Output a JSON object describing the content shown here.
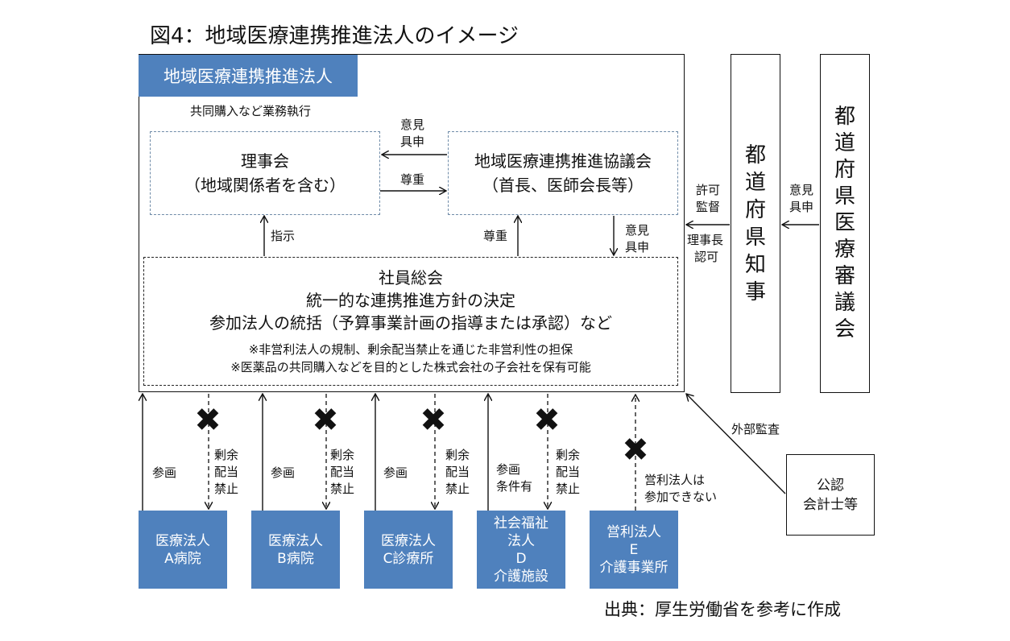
{
  "title": "図4：地域医療連携推進法人のイメージ",
  "corp": {
    "header": "地域医療連携推進法人",
    "note_top": "共同購入など業務執行",
    "board": [
      "理事会",
      "（地域関係者を含む）"
    ],
    "council": [
      "地域医療連携推進協議会",
      "（首長、医師会長等）"
    ],
    "opinion_top": [
      "意見",
      "具申"
    ],
    "respect_mid": "尊重",
    "instruct": "指示",
    "respect_low": "尊重",
    "opinion_low": [
      "意見",
      "具申"
    ],
    "assembly": [
      "社員総会",
      "統一的な連携推進方針の決定",
      "参加法人の統括（予算事業計画の指導または承認）など"
    ],
    "notes": [
      "※非営利法人の規制、剰余配当禁止を通じた非営利性の担保",
      "※医薬品の共同購入などを目的とした株式会社の子会社を保有可能"
    ]
  },
  "governor": {
    "label": "都道府県知事",
    "chars": [
      "都",
      "道",
      "府",
      "県",
      "知",
      "事"
    ]
  },
  "council_pref": {
    "label": "都道府県医療審議会",
    "chars": [
      "都",
      "道",
      "府",
      "県",
      "医",
      "療",
      "審",
      "議",
      "会"
    ]
  },
  "permit": [
    "許可",
    "監督"
  ],
  "chair_approval": [
    "理事長",
    "認可"
  ],
  "opinion_right": [
    "意見",
    "具申"
  ],
  "external_audit": "外部監査",
  "accountant": [
    "公認",
    "会計士等"
  ],
  "participation": "参画",
  "participation_cond": [
    "参画",
    "条件有"
  ],
  "dividend_ban": [
    "剰余",
    "配当",
    "禁止"
  ],
  "forprofit_note": [
    "営利法人は",
    "参加できない"
  ],
  "cross_symbol": "✖",
  "members": [
    {
      "lines": [
        "医療法人",
        "A病院"
      ]
    },
    {
      "lines": [
        "医療法人",
        "B病院"
      ]
    },
    {
      "lines": [
        "医療法人",
        "C診療所"
      ]
    },
    {
      "lines": [
        "社会福祉",
        "法人",
        "D",
        "介護施設"
      ]
    },
    {
      "lines": [
        "営利法人",
        "E",
        "介護事業所"
      ]
    }
  ],
  "source": "出典：厚生労働省を参考に作成",
  "colors": {
    "accent": "#4f81bd",
    "dash": "#6f8ba8",
    "line": "#111111"
  }
}
